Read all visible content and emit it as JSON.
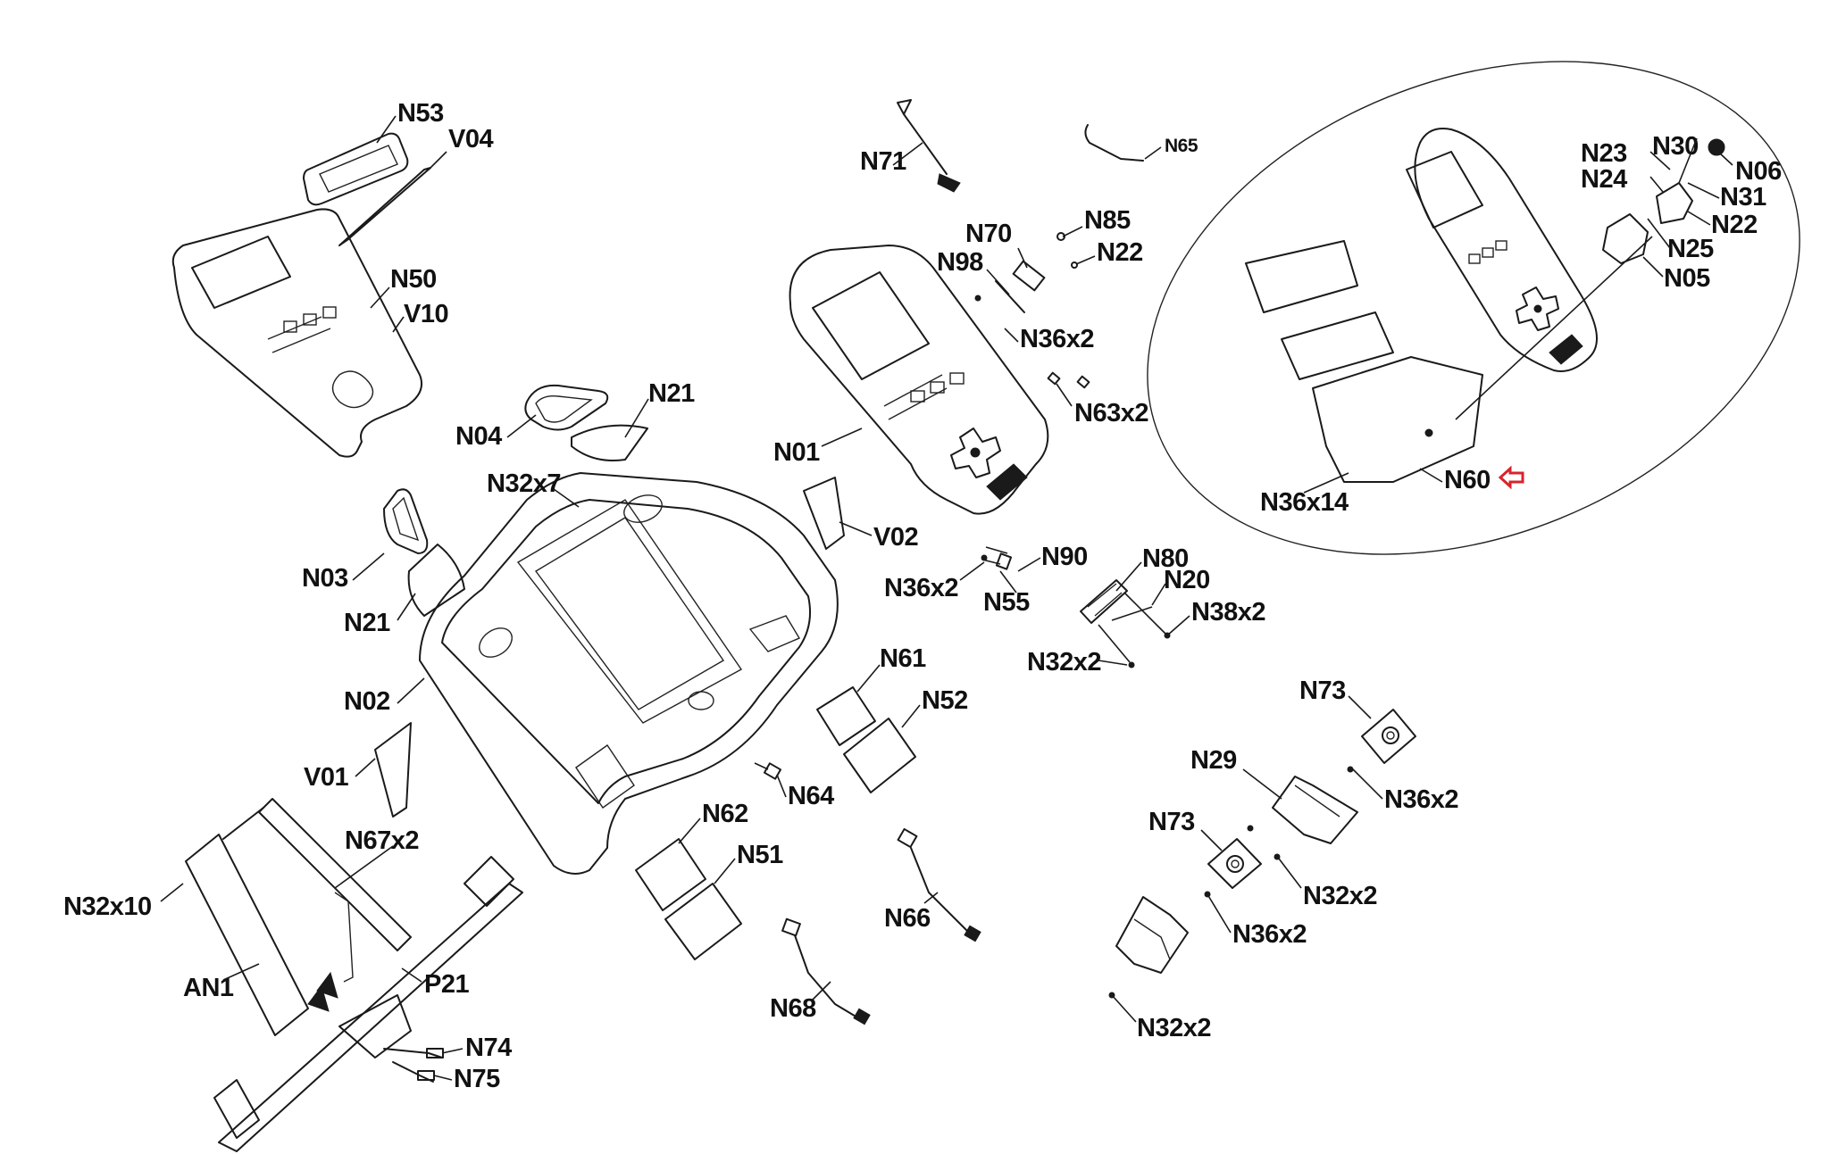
{
  "diagram": {
    "type": "exploded-parts-diagram",
    "subject": "console assembly",
    "accent_color": "#d9232d",
    "highlighted_part": "N60",
    "labels": [
      {
        "id": "N53",
        "text": "N53"
      },
      {
        "id": "V04",
        "text": "V04"
      },
      {
        "id": "N50",
        "text": "N50"
      },
      {
        "id": "V10",
        "text": "V10"
      },
      {
        "id": "N71",
        "text": "N71"
      },
      {
        "id": "N65",
        "text": "N65"
      },
      {
        "id": "N70",
        "text": "N70"
      },
      {
        "id": "N85",
        "text": "N85"
      },
      {
        "id": "N98",
        "text": "N98"
      },
      {
        "id": "N22a",
        "text": "N22"
      },
      {
        "id": "N36x2a",
        "text": "N36x2"
      },
      {
        "id": "N63x2",
        "text": "N63x2"
      },
      {
        "id": "N01",
        "text": "N01"
      },
      {
        "id": "N04",
        "text": "N04"
      },
      {
        "id": "N21a",
        "text": "N21"
      },
      {
        "id": "N32x7",
        "text": "N32x7"
      },
      {
        "id": "V02",
        "text": "V02"
      },
      {
        "id": "N03",
        "text": "N03"
      },
      {
        "id": "N21b",
        "text": "N21"
      },
      {
        "id": "N02",
        "text": "N02"
      },
      {
        "id": "V01",
        "text": "V01"
      },
      {
        "id": "N36x2b",
        "text": "N36x2"
      },
      {
        "id": "N90",
        "text": "N90"
      },
      {
        "id": "N55",
        "text": "N55"
      },
      {
        "id": "N80",
        "text": "N80"
      },
      {
        "id": "N20",
        "text": "N20"
      },
      {
        "id": "N38x2",
        "text": "N38x2"
      },
      {
        "id": "N32x2a",
        "text": "N32x2"
      },
      {
        "id": "N61",
        "text": "N61"
      },
      {
        "id": "N52",
        "text": "N52"
      },
      {
        "id": "N64",
        "text": "N64"
      },
      {
        "id": "N62",
        "text": "N62"
      },
      {
        "id": "N51",
        "text": "N51"
      },
      {
        "id": "N67x2",
        "text": "N67x2"
      },
      {
        "id": "N32x10",
        "text": "N32x10"
      },
      {
        "id": "AN1",
        "text": "AN1"
      },
      {
        "id": "P21",
        "text": "P21"
      },
      {
        "id": "N74",
        "text": "N74"
      },
      {
        "id": "N75",
        "text": "N75"
      },
      {
        "id": "N66",
        "text": "N66"
      },
      {
        "id": "N68",
        "text": "N68"
      },
      {
        "id": "N73a",
        "text": "N73"
      },
      {
        "id": "N29",
        "text": "N29"
      },
      {
        "id": "N36x2c",
        "text": "N36x2"
      },
      {
        "id": "N73b",
        "text": "N73"
      },
      {
        "id": "N32x2b",
        "text": "N32x2"
      },
      {
        "id": "N36x2d",
        "text": "N36x2"
      },
      {
        "id": "N32x2c",
        "text": "N32x2"
      },
      {
        "id": "N23",
        "text": "N23"
      },
      {
        "id": "N30",
        "text": "N30"
      },
      {
        "id": "N06",
        "text": "N06"
      },
      {
        "id": "N24",
        "text": "N24"
      },
      {
        "id": "N31",
        "text": "N31"
      },
      {
        "id": "N22b",
        "text": "N22"
      },
      {
        "id": "N25",
        "text": "N25"
      },
      {
        "id": "N05",
        "text": "N05"
      },
      {
        "id": "N36x14",
        "text": "N36x14"
      },
      {
        "id": "N60",
        "text": "N60"
      }
    ]
  }
}
